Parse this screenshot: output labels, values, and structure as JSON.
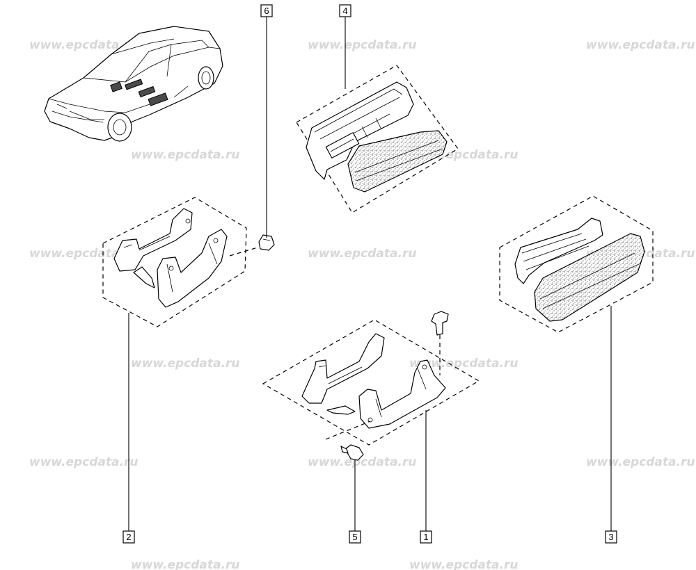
{
  "watermark": "www.epcdata.ru",
  "callouts": [
    {
      "id": "callout-1",
      "label": "1"
    },
    {
      "id": "callout-2",
      "label": "2"
    },
    {
      "id": "callout-3",
      "label": "3"
    },
    {
      "id": "callout-4",
      "label": "4"
    },
    {
      "id": "callout-5",
      "label": "5"
    },
    {
      "id": "callout-6",
      "label": "6"
    }
  ]
}
